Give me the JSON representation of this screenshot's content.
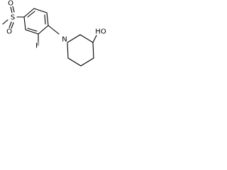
{
  "atoms": {
    "sulfur": "S",
    "oxygen_top": "O",
    "oxygen_bottom": "O",
    "fluorine": "F",
    "nitrogen": "N",
    "hydroxyl": "HO"
  }
}
